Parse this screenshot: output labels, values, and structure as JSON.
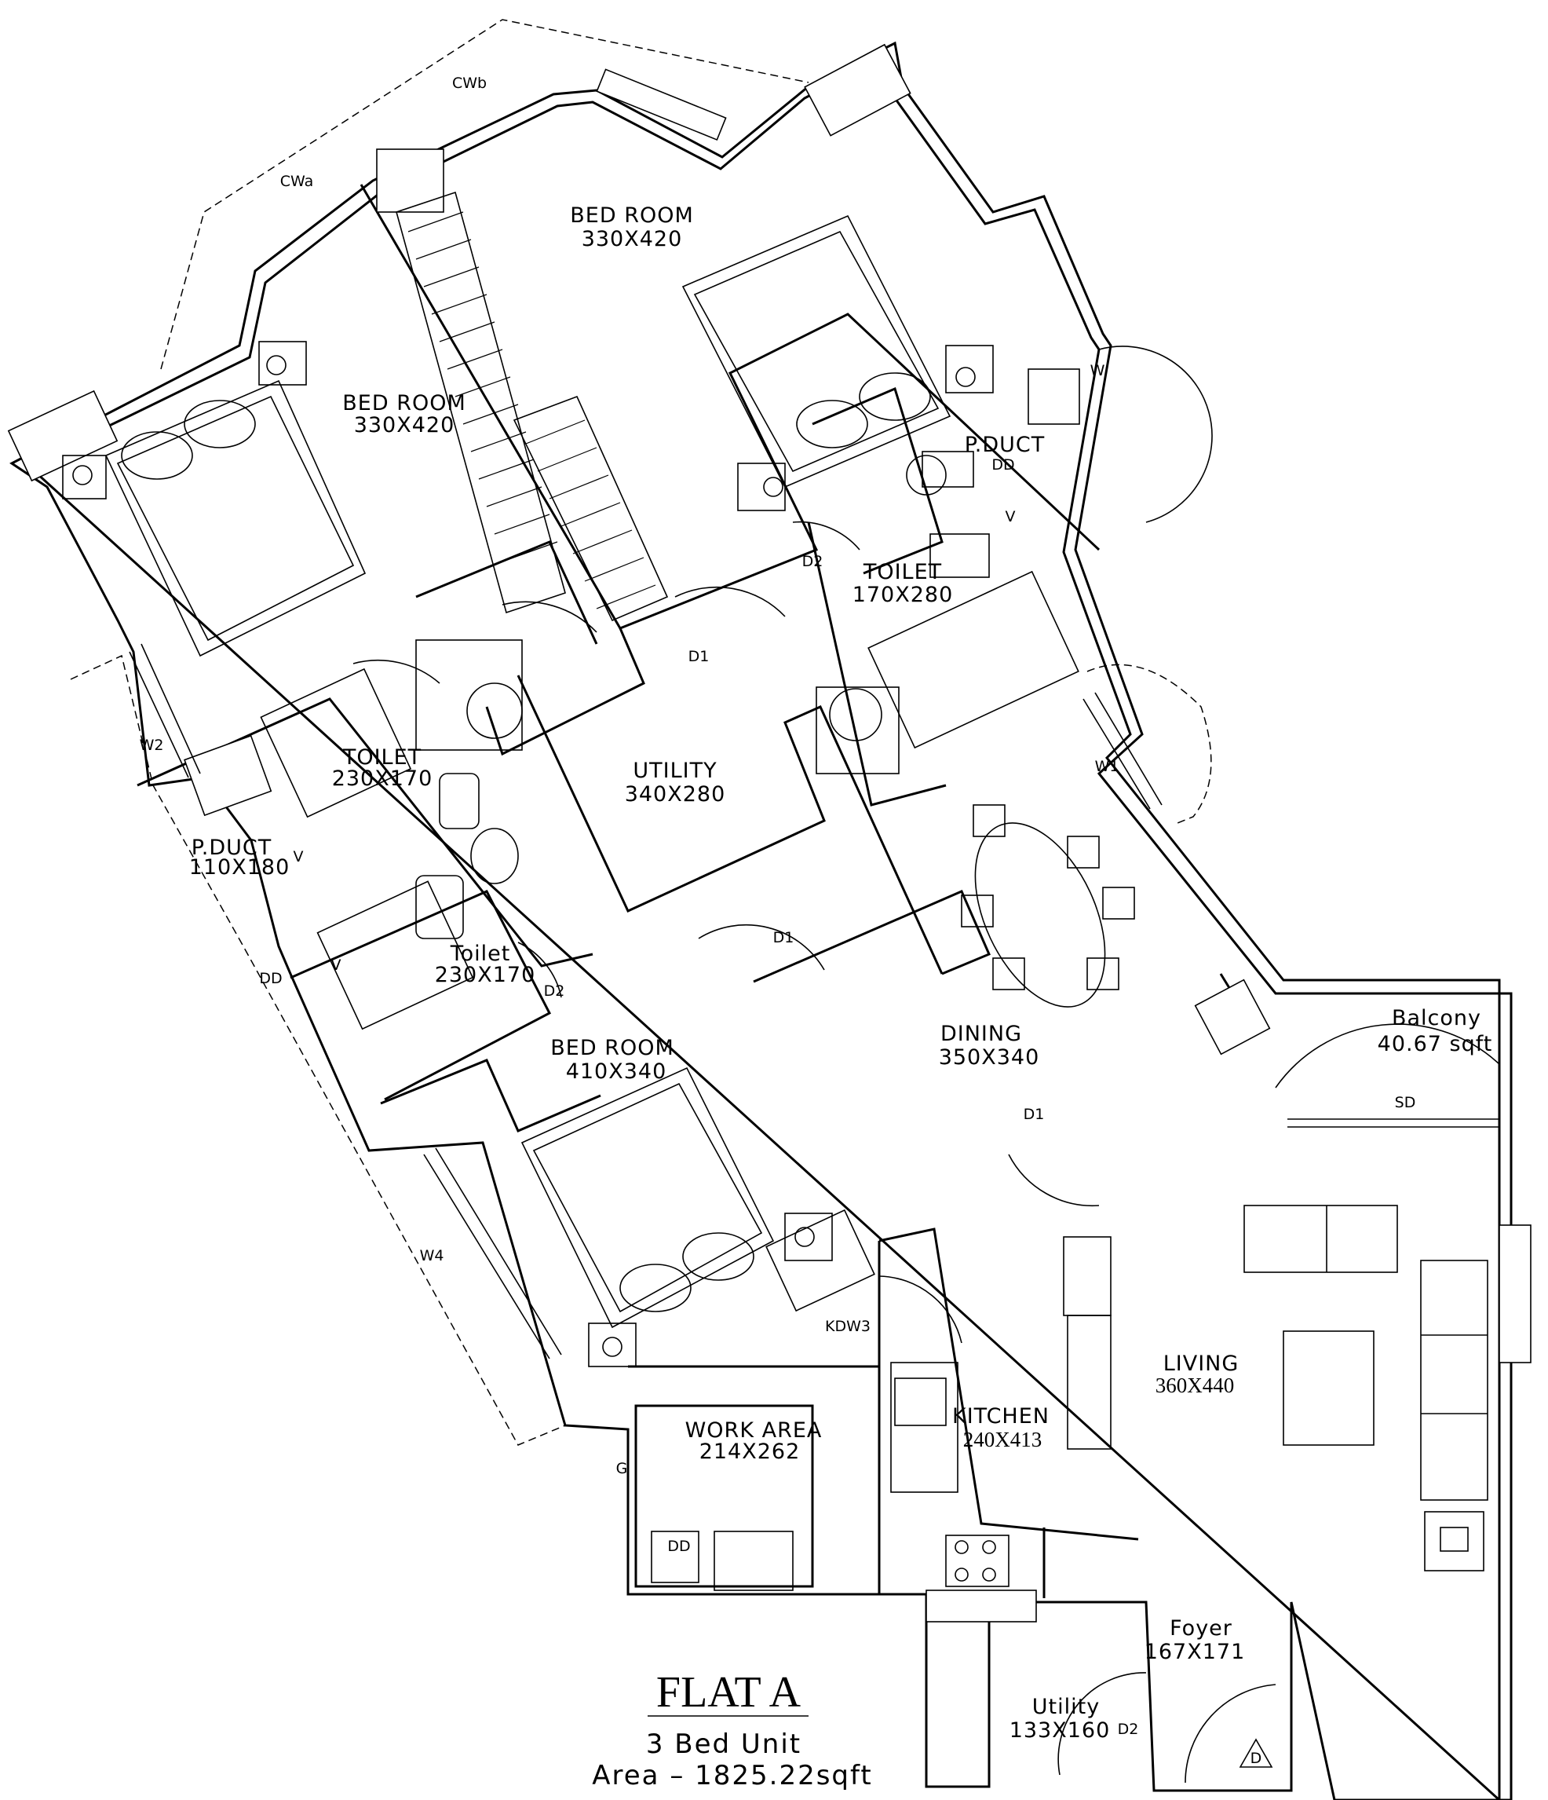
{
  "title": "FLAT A",
  "subtitle_unit": "3 Bed Unit",
  "subtitle_area": "Area – 1825.22sqft",
  "subtitle_floor": "Z..l..l.. 11th fl....",
  "rooms": {
    "bed_top": {
      "name": "BED ROOM",
      "size": "330X420"
    },
    "bed_left": {
      "name": "BED ROOM",
      "size": "330X420"
    },
    "bed_bottom": {
      "name": "BED ROOM",
      "size": "410X340"
    },
    "toilet_right": {
      "name": "TOILET",
      "size": "170X280"
    },
    "toilet_mid": {
      "name": "TOILET",
      "size": "230X170"
    },
    "toilet_low": {
      "name": "Toilet",
      "size": "230X170"
    },
    "pduct_left": {
      "name": "P.DUCT",
      "size": "110X180"
    },
    "pduct_right": {
      "name": "P.DUCT"
    },
    "utility": {
      "name": "UTILITY",
      "size": "340X280"
    },
    "dining": {
      "name": "DINING",
      "size": "350X340"
    },
    "balcony": {
      "name": "Balcony",
      "size": "40.67 sqft"
    },
    "living": {
      "name": "LIVING",
      "size": "360X440"
    },
    "kitchen": {
      "name": "KITCHEN",
      "size": "240X413"
    },
    "work_area": {
      "name": "WORK AREA",
      "size": "214X262"
    },
    "foyer": {
      "name": "Foyer",
      "size": "167X171"
    },
    "utility_small": {
      "name": "Utility",
      "size": "133X160"
    }
  },
  "tags": {
    "cwb": "CWb",
    "cwa": "CWa",
    "w": "W",
    "dd_top": "DD",
    "v1": "V",
    "d2_a": "D2",
    "d1_a": "D1",
    "w2": "W2",
    "w1": "W1",
    "v2": "V",
    "v3": "V",
    "dd_left": "DD",
    "d1_b": "D1",
    "d2_b": "D2",
    "d1_c": "D1",
    "sd": "SD",
    "w4": "W4",
    "kdw3": "KDW3",
    "g": "G",
    "dd_work": "DD",
    "d2_c": "D2",
    "d_entry": "D"
  }
}
